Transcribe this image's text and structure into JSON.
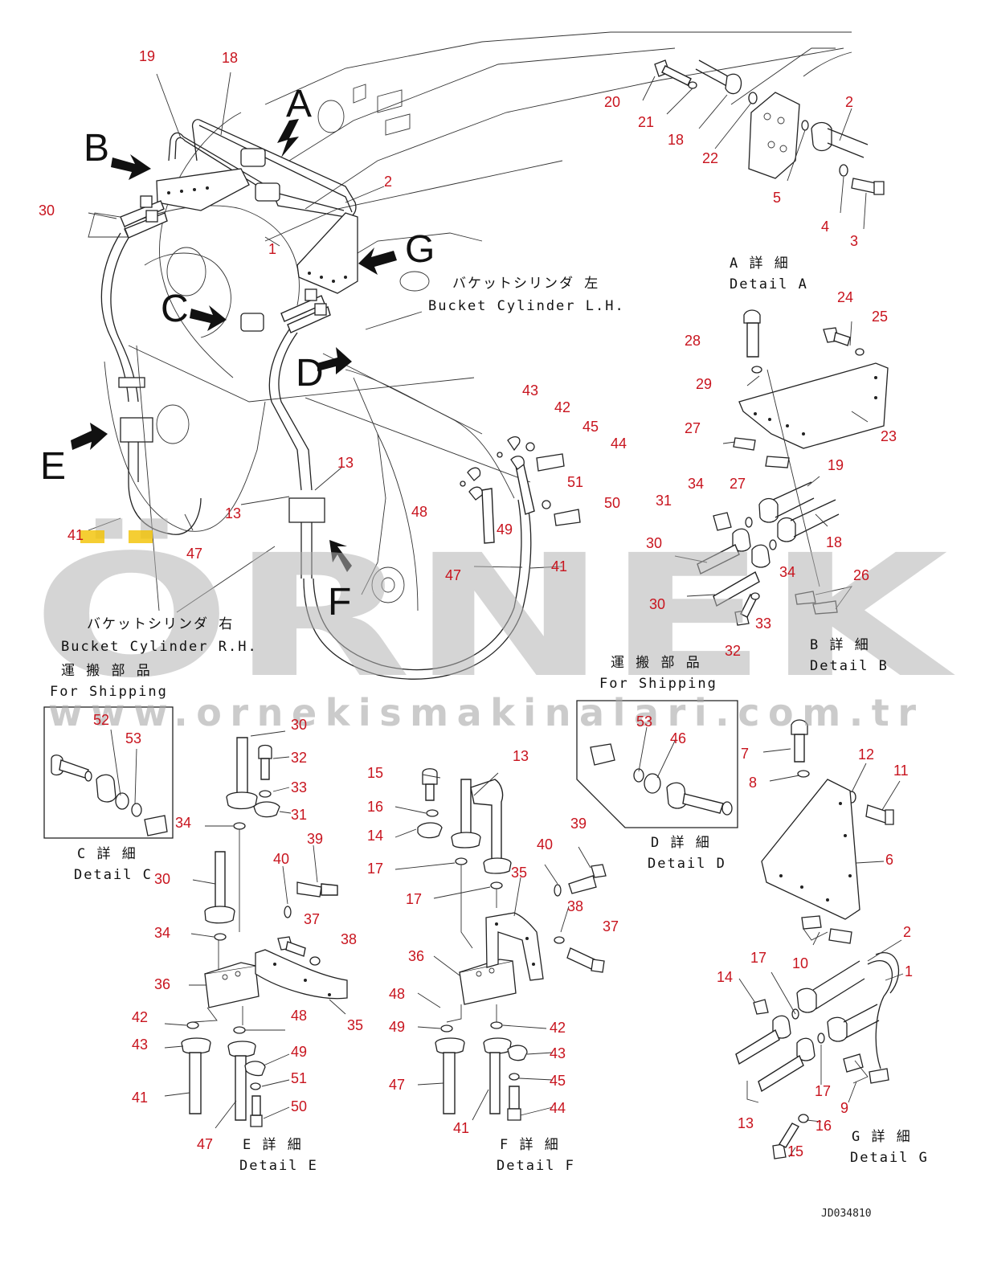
{
  "watermark": {
    "main": "ÖRNEK",
    "url": "www.ornekismakinalari.com.tr",
    "accent_color": "#f2c200"
  },
  "drawing_code": "JD034810",
  "view_letters": [
    "A",
    "B",
    "C",
    "D",
    "E",
    "F",
    "G"
  ],
  "captions": {
    "bucket_lh_jp": "バケットシリンダ 左",
    "bucket_lh_en": "Bucket Cylinder L.H.",
    "bucket_rh_jp": "バケットシリンダ 右",
    "bucket_rh_en": "Bucket Cylinder R.H.",
    "shipping_c_jp": "運 搬 部 品",
    "shipping_c_en": "For Shipping",
    "shipping_d_jp": "運 搬 部 品",
    "shipping_d_en": "For Shipping",
    "detail_a_jp": "A 詳 細",
    "detail_a_en": "Detail A",
    "detail_b_jp": "B 詳 細",
    "detail_b_en": "Detail B",
    "detail_c_jp": "C 詳 細",
    "detail_c_en": "Detail C",
    "detail_d_jp": "D 詳 細",
    "detail_d_en": "Detail D",
    "detail_e_jp": "E 詳 細",
    "detail_e_en": "Detail E",
    "detail_f_jp": "F 詳 細",
    "detail_f_en": "Detail F",
    "detail_g_jp": "G 詳 細",
    "detail_g_en": "Detail G"
  },
  "part_numbers": [
    "19",
    "18",
    "2",
    "1",
    "30",
    "41",
    "47",
    "13",
    "13",
    "43",
    "42",
    "45",
    "44",
    "48",
    "49",
    "51",
    "50",
    "47",
    "41",
    "20",
    "21",
    "18",
    "22",
    "2",
    "5",
    "4",
    "3",
    "24",
    "25",
    "28",
    "29",
    "23",
    "27",
    "27",
    "19",
    "34",
    "31",
    "30",
    "18",
    "34",
    "30",
    "33",
    "32",
    "26",
    "52",
    "53",
    "30",
    "32",
    "33",
    "31",
    "34",
    "30",
    "34",
    "40",
    "39",
    "37",
    "38",
    "36",
    "35",
    "42",
    "48",
    "43",
    "49",
    "51",
    "41",
    "50",
    "47",
    "15",
    "16",
    "14",
    "17",
    "17",
    "13",
    "39",
    "40",
    "35",
    "38",
    "37",
    "36",
    "48",
    "49",
    "42",
    "43",
    "45",
    "47",
    "44",
    "41",
    "53",
    "46",
    "7",
    "8",
    "12",
    "11",
    "6",
    "2",
    "1",
    "10",
    "17",
    "14",
    "17",
    "13",
    "16",
    "9",
    "15"
  ]
}
